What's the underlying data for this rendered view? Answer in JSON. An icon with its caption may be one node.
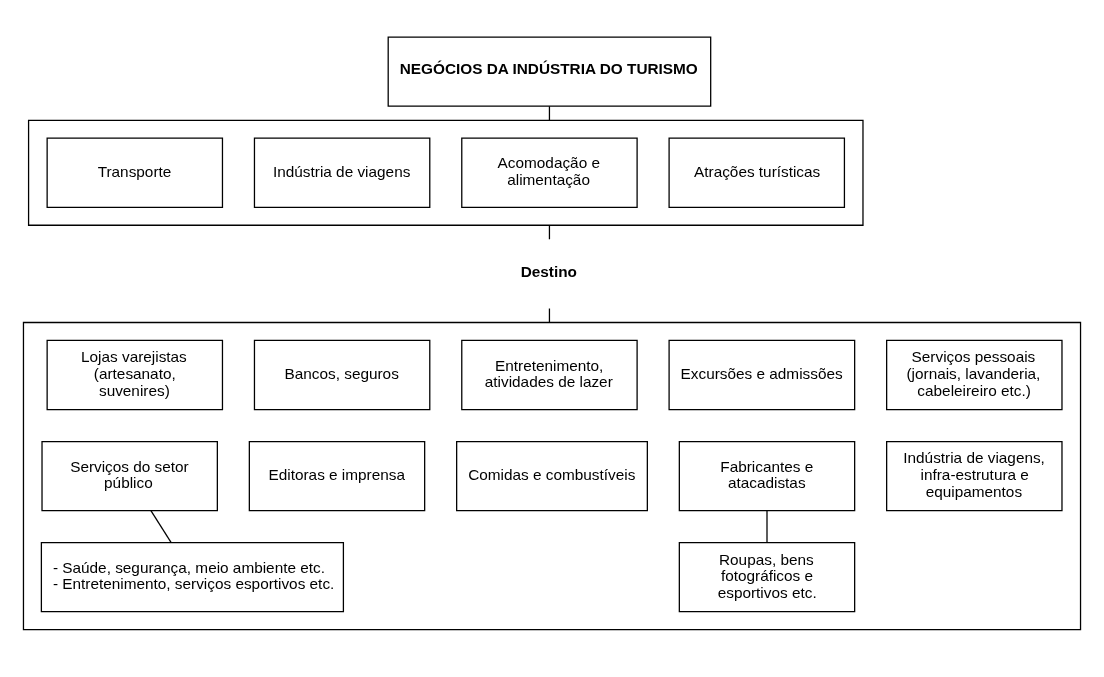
{
  "diagram": {
    "nodes": [
      {
        "text": [
          "NEGÓCIOS DA INDÚSTRIA DO TURISMO"
        ]
      },
      {
        "text": [],
        "shape": "box"
      },
      {
        "text": [
          "Transporte"
        ],
        "in": 1
      },
      {
        "text": [
          "Indústria de viagens"
        ],
        "in": 1
      },
      {
        "text": [
          "Acomodação e alimentação"
        ],
        "in": 1
      },
      {
        "text": [
          "Atrações turísticas"
        ],
        "in": 1
      },
      {
        "text": [
          "Destino"
        ]
      },
      {
        "text": [],
        "shape": "box"
      },
      {
        "text": [
          "Lojas varejistas (artesanato, suvenires)"
        ],
        "in": 7
      },
      {
        "text": [
          "Bancos, seguros"
        ],
        "in": 7
      },
      {
        "text": [
          "Entretenimento, atividades de lazer"
        ],
        "in": 7
      },
      {
        "text": [
          "Excursões e admissões"
        ],
        "in": 7
      },
      {
        "text": [
          "Serviços pessoais (jornais, lavanderia, cabeleireiro etc.)"
        ],
        "in": 7
      },
      {
        "text": [
          "Serviços do setor público"
        ],
        "in": 7
      },
      {
        "text": [
          "Editoras e imprensa"
        ],
        "in": 7
      },
      {
        "text": [
          "Comidas e combustíveis"
        ],
        "in": 7
      },
      {
        "text": [
          "Fabricantes e atacadistas"
        ],
        "in": 7
      },
      {
        "text": [
          "Indústria de viagens, infra-estrutura e equipamentos"
        ],
        "in": 7
      },
      {
        "text": [
          "- Saúde, segurança, meio ambiente etc.",
          "- Entretenimento, serviços esportivos etc."
        ],
        "in": 7
      },
      {
        "text": [
          "Roupas, bens fotográficos e esportivos etc."
        ],
        "in": 7
      }
    ],
    "edges": [
      {
        "from": 0,
        "to": 1,
        "arrow": "none"
      },
      {
        "from": 1,
        "to": 6,
        "arrow": "none"
      },
      {
        "from": 6,
        "to": 7,
        "arrow": "none"
      },
      {
        "from": 13,
        "to": 18,
        "arrow": "none"
      },
      {
        "from": 16,
        "to": 19,
        "arrow": "none"
      }
    ]
  }
}
